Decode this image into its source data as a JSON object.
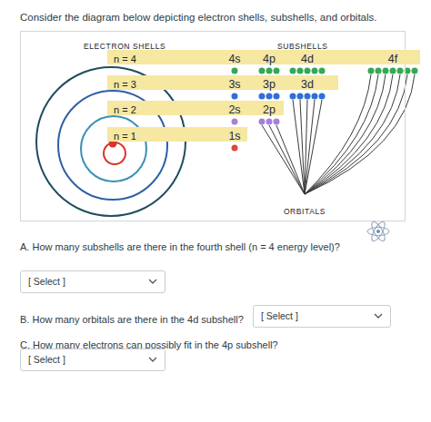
{
  "diagram": {
    "title": "Consider the diagram below depicting electron shells, subshells, and orbitals.",
    "nodes": [
      {
        "text": [
          "ELECTRON SHELLS",
          "SUBSHELLS",
          "ORBITALS"
        ]
      },
      {
        "text": [
          "n = 4",
          "4s",
          "4p",
          "4d",
          "4f"
        ],
        "in": 0
      },
      {
        "text": [
          "n = 3",
          "3s",
          "3p",
          "3d"
        ],
        "in": 0
      },
      {
        "text": [
          "n = 2",
          "2s",
          "2p"
        ],
        "in": 0
      },
      {
        "text": [
          "n = 1",
          "1s"
        ],
        "in": 0
      },
      {
        "text": [
          "[ Select ]"
        ]
      },
      {
        "text": [
          "[ Select ]"
        ]
      },
      {
        "text": [
          "[ Select ]"
        ]
      }
    ],
    "labels": [
      "A. How many subshells are there in the fourth shell (n = 4 energy level)?",
      "B. How many orbitals are there in the 4d subshell?",
      "C. How many electrons can possibly fit in the 4p subshell?"
    ]
  }
}
